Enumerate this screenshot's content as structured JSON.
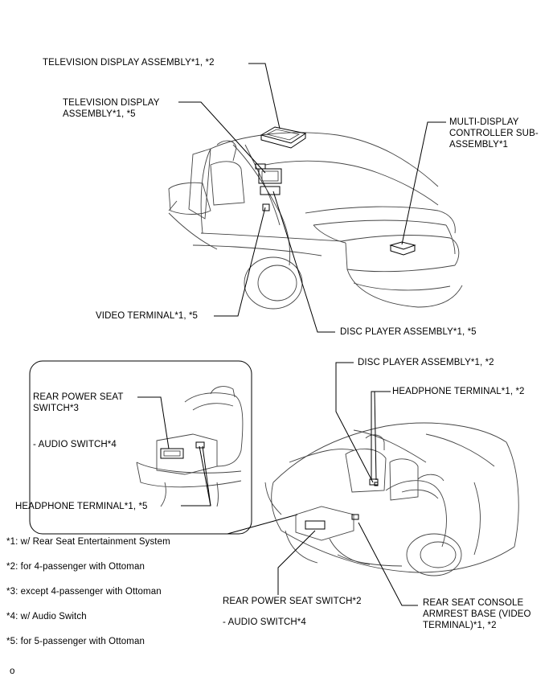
{
  "labels": {
    "tv_display_1": "TELEVISION DISPLAY ASSEMBLY*1, *2",
    "tv_display_2": "TELEVISION DISPLAY\nASSEMBLY*1, *5",
    "multi_display": "MULTI-DISPLAY\nCONTROLLER SUB-\nASSEMBLY*1",
    "video_terminal": "VIDEO TERMINAL*1, *5",
    "disc_player_5": "DISC PLAYER ASSEMBLY*1, *5",
    "disc_player_2": "DISC PLAYER ASSEMBLY*1, *2",
    "headphone_terminal_2": "HEADPHONE TERMINAL*1, *2",
    "rear_power_seat_switch_3": "REAR POWER SEAT\nSWITCH*3",
    "audio_switch_inset": "- AUDIO SWITCH*4",
    "headphone_terminal_5": "HEADPHONE TERMINAL*1, *5",
    "rear_power_seat_switch_2": "REAR POWER SEAT SWITCH*2",
    "audio_switch_bottom": "- AUDIO SWITCH*4",
    "rear_seat_console": "REAR SEAT CONSOLE\nARMREST BASE (VIDEO\nTERMINAL)*1, *2"
  },
  "notes": [
    "*1: w/ Rear Seat Entertainment System",
    "*2: for 4-passenger with Ottoman",
    "*3: except 4-passenger with Ottoman",
    "*4: w/ Audio Switch",
    "*5: for 5-passenger with Ottoman"
  ],
  "corner_mark": "o"
}
